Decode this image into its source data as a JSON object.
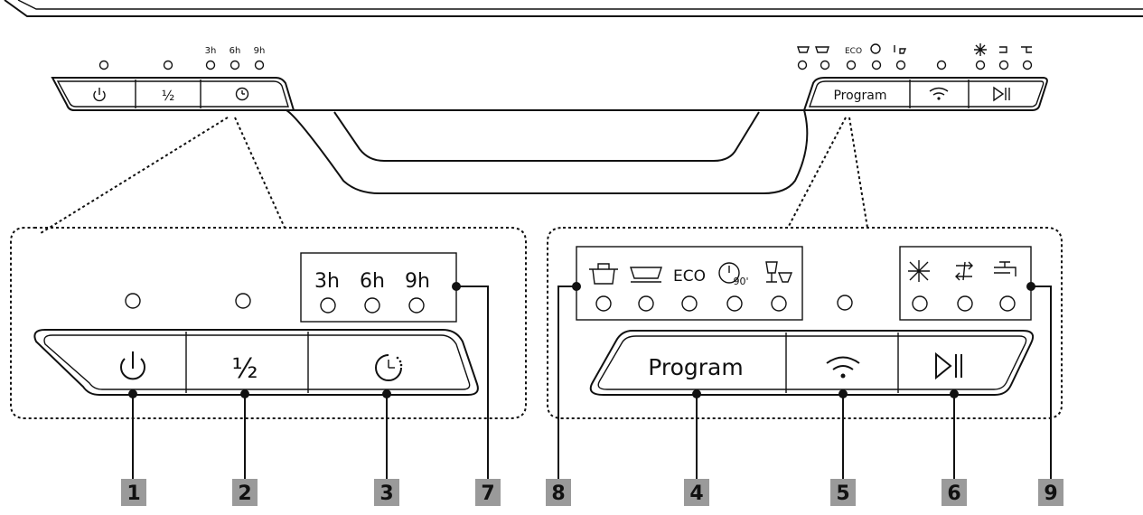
{
  "top_panel": {
    "left_buttons": {
      "power_symbol": "⏻",
      "half_label": "½",
      "timer_symbol": "◷",
      "delay_labels": [
        "3h",
        "6h",
        "9h"
      ]
    },
    "right_buttons": {
      "program_label": "Program",
      "wifi_symbol": "wifi",
      "start_symbol": "▷||",
      "program_icon_labels": [
        "ECO"
      ]
    }
  },
  "left_detail": {
    "delay_labels": [
      "3h",
      "6h",
      "9h"
    ],
    "half_label": "½"
  },
  "right_detail": {
    "program_label": "Program",
    "eco_label": "ECO",
    "quick_label": "90'"
  },
  "callouts": [
    "1",
    "2",
    "3",
    "7",
    "8",
    "4",
    "5",
    "6",
    "9"
  ]
}
